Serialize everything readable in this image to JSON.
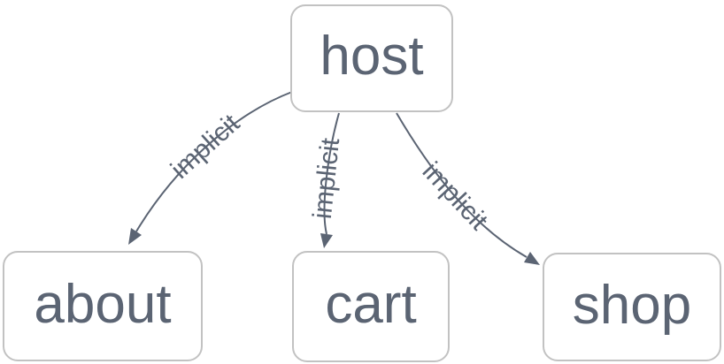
{
  "diagram": {
    "type": "graph",
    "colors": {
      "canvas_bg": "#ffffff",
      "node_fill": "#ffffff",
      "node_border": "#c2c2c2",
      "text": "#5b6473",
      "edge": "#5b6473"
    },
    "nodes": [
      {
        "id": "host",
        "label": "host"
      },
      {
        "id": "about",
        "label": "about"
      },
      {
        "id": "cart",
        "label": "cart"
      },
      {
        "id": "shop",
        "label": "shop"
      }
    ],
    "edges": [
      {
        "from": "host",
        "to": "about",
        "label": "implicit"
      },
      {
        "from": "host",
        "to": "cart",
        "label": "implicit"
      },
      {
        "from": "host",
        "to": "shop",
        "label": "implicit"
      }
    ]
  }
}
